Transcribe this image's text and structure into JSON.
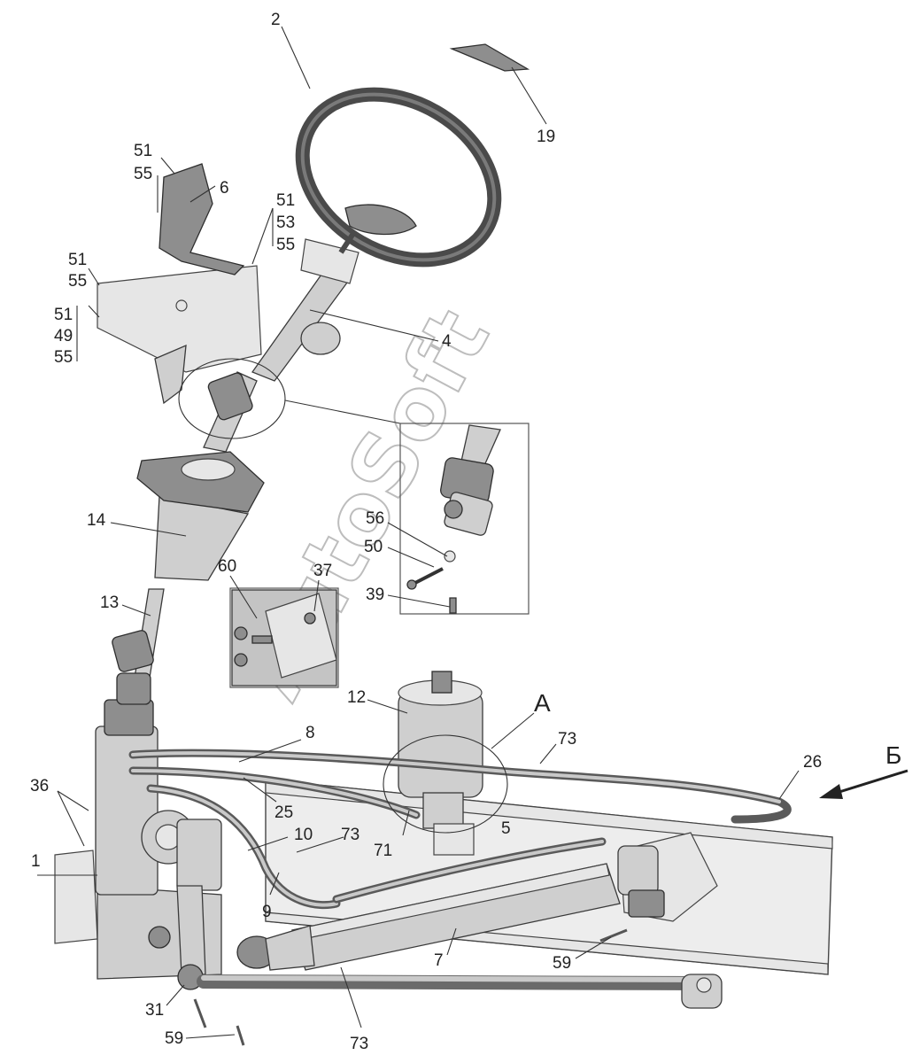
{
  "callouts": {
    "n2": "2",
    "n19": "19",
    "n6": "6",
    "n4": "4",
    "n14": "14",
    "n13": "13",
    "n60": "60",
    "n37": "37",
    "n56": "56",
    "n50": "50",
    "n39": "39",
    "n12": "12",
    "nA": "А",
    "n73a": "73",
    "n8": "8",
    "n26": "26",
    "nB": "Б",
    "n36": "36",
    "n25": "25",
    "n10": "10",
    "n73b": "73",
    "n5": "5",
    "n71": "71",
    "n1": "1",
    "n9": "9",
    "n7": "7",
    "n59a": "59",
    "n31": "31",
    "n59b": "59",
    "n73c": "73"
  },
  "stacks": {
    "top_left": [
      "51",
      "55"
    ],
    "mid_right": [
      "51",
      "53",
      "55"
    ],
    "left_a": [
      "51",
      "55"
    ],
    "left_b": [
      "51",
      "49",
      "55"
    ]
  },
  "watermark": "AutoSoft"
}
